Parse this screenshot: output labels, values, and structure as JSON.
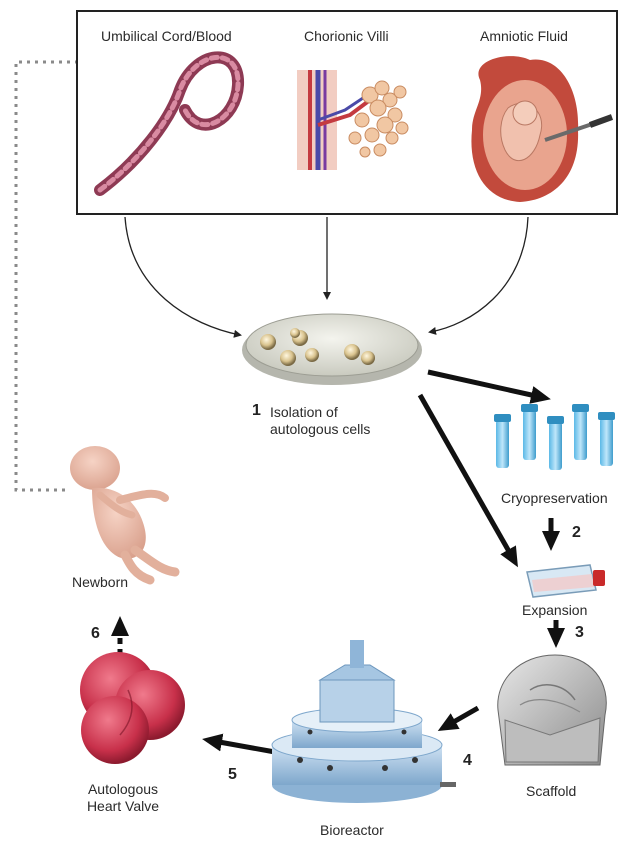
{
  "sources": {
    "umbilical": "Umbilical Cord/Blood",
    "chorionic": "Chorionic Villi",
    "amniotic": "Amniotic Fluid"
  },
  "isolation": {
    "number": "1",
    "line1": "Isolation of",
    "line2": "autologous cells"
  },
  "cryopreservation": "Cryopreservation",
  "expansion": {
    "number": "2",
    "label": "Expansion"
  },
  "scaffold": {
    "number": "3",
    "label": "Scaffold"
  },
  "bioreactor": {
    "number": "4",
    "label": "Bioreactor"
  },
  "heart_valve": {
    "number": "5",
    "line1": "Autologous",
    "line2": "Heart Valve"
  },
  "newborn": {
    "number": "6",
    "label": "Newborn"
  }
}
